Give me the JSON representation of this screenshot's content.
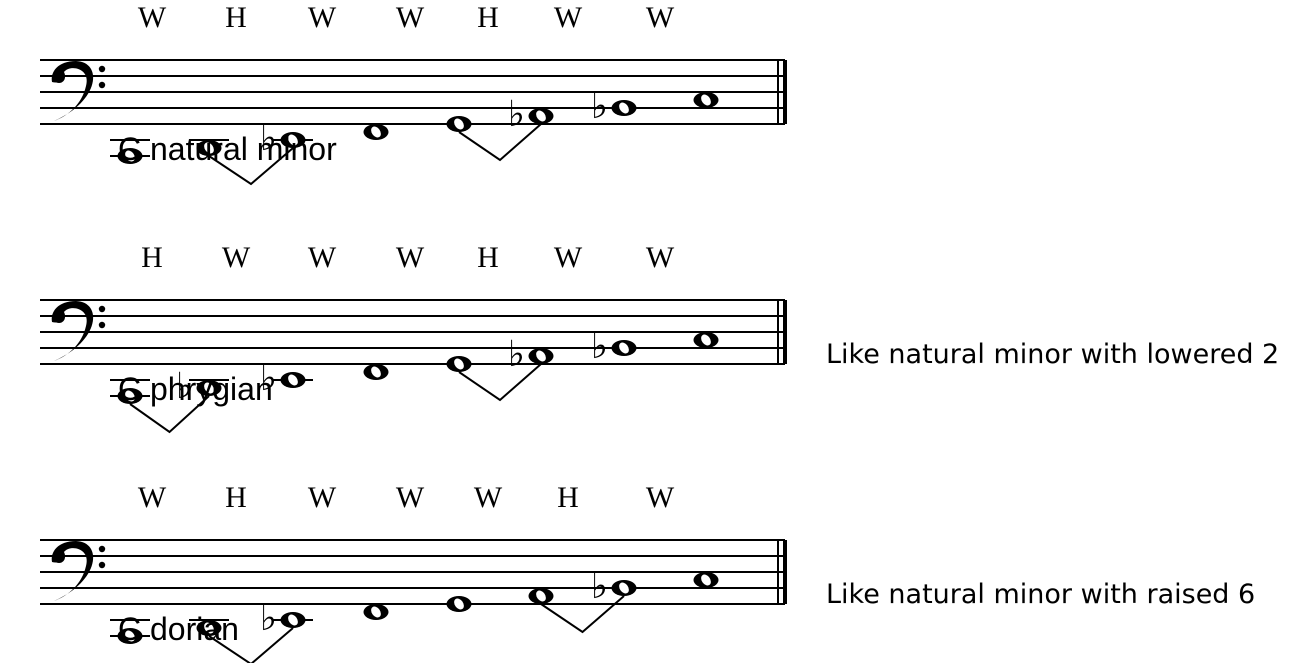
{
  "scales": [
    {
      "name": "C natural minor",
      "comment": "",
      "steps": [
        "W",
        "H",
        "W",
        "W",
        "H",
        "W",
        "W"
      ],
      "notes": [
        {
          "pitch": "C2",
          "accidental": ""
        },
        {
          "pitch": "D2",
          "accidental": ""
        },
        {
          "pitch": "E2",
          "accidental": "♭"
        },
        {
          "pitch": "F2",
          "accidental": ""
        },
        {
          "pitch": "G2",
          "accidental": ""
        },
        {
          "pitch": "A2",
          "accidental": "♭"
        },
        {
          "pitch": "B2",
          "accidental": "♭"
        },
        {
          "pitch": "C3",
          "accidental": ""
        }
      ],
      "half_step_brackets": [
        [
          1,
          2
        ],
        [
          4,
          5
        ]
      ]
    },
    {
      "name": "C phrygian",
      "comment": "Like natural minor with lowered 2",
      "steps": [
        "H",
        "W",
        "W",
        "W",
        "H",
        "W",
        "W"
      ],
      "notes": [
        {
          "pitch": "C2",
          "accidental": ""
        },
        {
          "pitch": "D2",
          "accidental": "♭"
        },
        {
          "pitch": "E2",
          "accidental": "♭"
        },
        {
          "pitch": "F2",
          "accidental": ""
        },
        {
          "pitch": "G2",
          "accidental": ""
        },
        {
          "pitch": "A2",
          "accidental": "♭"
        },
        {
          "pitch": "B2",
          "accidental": "♭"
        },
        {
          "pitch": "C3",
          "accidental": ""
        }
      ],
      "half_step_brackets": [
        [
          0,
          1
        ],
        [
          4,
          5
        ]
      ]
    },
    {
      "name": "C dorian",
      "comment": "Like natural minor with raised 6",
      "steps": [
        "W",
        "H",
        "W",
        "W",
        "W",
        "H",
        "W"
      ],
      "notes": [
        {
          "pitch": "C2",
          "accidental": ""
        },
        {
          "pitch": "D2",
          "accidental": ""
        },
        {
          "pitch": "E2",
          "accidental": "♭"
        },
        {
          "pitch": "F2",
          "accidental": ""
        },
        {
          "pitch": "G2",
          "accidental": ""
        },
        {
          "pitch": "A2",
          "accidental": ""
        },
        {
          "pitch": "B2",
          "accidental": "♭"
        },
        {
          "pitch": "C3",
          "accidental": ""
        }
      ],
      "half_step_brackets": [
        [
          1,
          2
        ],
        [
          5,
          6
        ]
      ]
    }
  ]
}
